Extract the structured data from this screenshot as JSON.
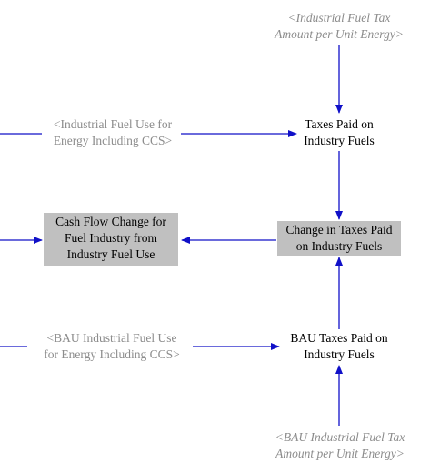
{
  "colors": {
    "arrow": "#1010c8",
    "shadow_text": "#8c8c8c",
    "highlight_box": "#c0c0c0",
    "text": "#000000"
  },
  "nodes": {
    "fuel_tax_shadow": {
      "line1": "<Industrial Fuel Tax",
      "line2": "Amount per Unit Energy>"
    },
    "fuel_use_shadow": {
      "line1": "<Industrial Fuel Use for",
      "line2": "Energy Including CCS>"
    },
    "taxes_paid": {
      "line1": "Taxes Paid on",
      "line2": "Industry Fuels"
    },
    "change_in_taxes": {
      "line1": "Change in Taxes Paid",
      "line2": "on Industry Fuels"
    },
    "cash_flow_change": {
      "line1": "Cash Flow Change for",
      "line2": "Fuel Industry from",
      "line3": "Industry Fuel Use"
    },
    "bau_fuel_use_shadow": {
      "line1": "<BAU Industrial Fuel Use",
      "line2": "for Energy Including CCS>"
    },
    "bau_taxes_paid": {
      "line1": "BAU Taxes Paid on",
      "line2": "Industry Fuels"
    },
    "bau_fuel_tax_shadow": {
      "line1": "<BAU Industrial Fuel Tax",
      "line2": "Amount per Unit Energy>"
    }
  }
}
